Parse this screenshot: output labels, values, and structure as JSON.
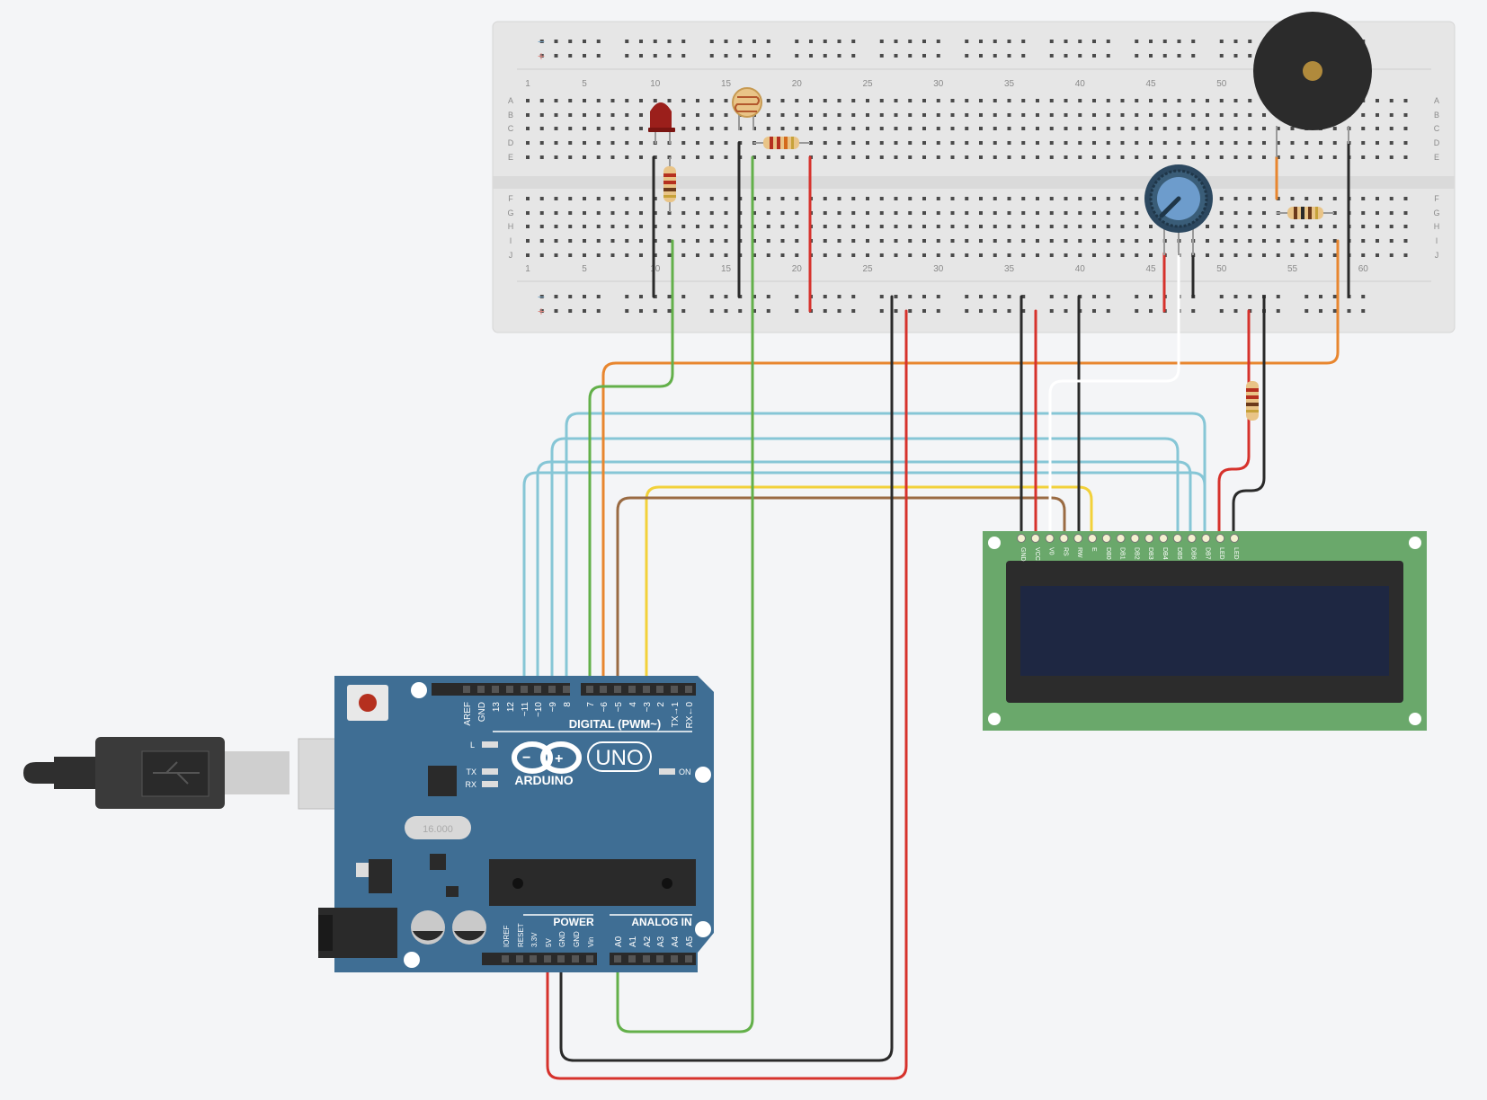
{
  "breadboard": {
    "col_numbers": [
      "1",
      "5",
      "10",
      "15",
      "20",
      "25",
      "30",
      "35",
      "40",
      "45",
      "50",
      "55",
      "60"
    ],
    "rows_top": [
      "A",
      "B",
      "C",
      "D",
      "E"
    ],
    "rows_bottom": [
      "F",
      "G",
      "H",
      "I",
      "J"
    ],
    "rail_minus": "−",
    "rail_plus": "+"
  },
  "arduino": {
    "logo_text": "ARDUINO",
    "model": "UNO",
    "digital_label": "DIGITAL (PWM~)",
    "power_label": "POWER",
    "analog_label": "ANALOG IN",
    "on_label": "ON",
    "l_label": "L",
    "tx_label": "TX",
    "rx_label": "RX",
    "crystal_label": "16.000",
    "digital_pins": [
      "AREF",
      "GND",
      "13",
      "12",
      "~11",
      "~10",
      "~9",
      "8",
      "7",
      "~6",
      "~5",
      "4",
      "~3",
      "2",
      "TX→1",
      "RX←0"
    ],
    "power_pins": [
      "IOREF",
      "RESET",
      "3.3V",
      "5V",
      "GND",
      "GND",
      "Vin"
    ],
    "analog_pins": [
      "A0",
      "A1",
      "A2",
      "A3",
      "A4",
      "A5"
    ]
  },
  "lcd": {
    "pins": [
      "GND",
      "VCC",
      "V0",
      "RS",
      "RW",
      "E",
      "DB0",
      "DB1",
      "DB2",
      "DB3",
      "DB4",
      "DB5",
      "DB6",
      "DB7",
      "LED",
      "LED"
    ]
  },
  "colors": {
    "background": "#f4f5f7",
    "breadboard": "#e6e6e6",
    "arduino_board": "#3f6e94",
    "lcd_board": "#6aa86b",
    "lcd_screen": "#1e2742",
    "wire_red": "#d6322c",
    "wire_black": "#2a2a2a",
    "wire_green": "#63b04a",
    "wire_orange": "#e8862f",
    "wire_lightblue": "#86c6d6",
    "wire_yellow": "#f2d13a",
    "wire_brown": "#9a6b43",
    "wire_white": "#ffffff"
  }
}
